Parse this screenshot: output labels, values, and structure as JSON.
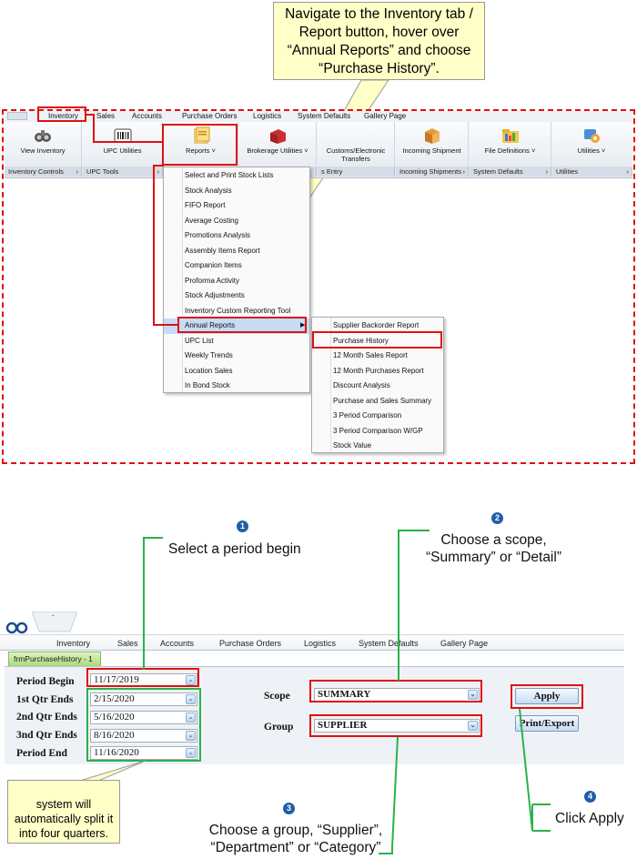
{
  "top_callout": {
    "line1": "Navigate to the Inventory tab /",
    "line2": "Report button, hover over",
    "line3": "“Annual Reports” and choose",
    "line4": "“Purchase History”."
  },
  "ribbon": {
    "tabs": [
      "Inventory",
      "Sales",
      "Accounts",
      "Purchase Orders",
      "Logistics",
      "System Defaults",
      "Gallery Page"
    ],
    "buttons": [
      {
        "label": "View Inventory",
        "icon": "binoculars-icon"
      },
      {
        "label": "UPC Utilities",
        "icon": "barcode-icon"
      },
      {
        "label": "Reports ˅",
        "icon": "reports-icon"
      },
      {
        "label": "Brokerage Utilities ˅",
        "icon": "crate-icon"
      },
      {
        "label": "Customs/Electronic",
        "label2": "Transfers",
        "icon": "customs-icon"
      },
      {
        "label": "Incoming Shipment",
        "icon": "box-icon"
      },
      {
        "label": "File Definitions ˅",
        "icon": "folder-icon"
      },
      {
        "label": "Utilities ˅",
        "icon": "utilities-icon"
      }
    ],
    "groups": [
      "Inventory Controls",
      "UPC Tools",
      "Incoming Shipments",
      "System Defaults",
      "Utilities"
    ],
    "hidden_group_fragment": "s Entry"
  },
  "reports_menu": [
    "Select and Print Stock Lists",
    "Stock Analysis",
    "FIFO Report",
    "Average Costing",
    "Promotions Analysis",
    "Assembly Items Report",
    "Companion Items",
    "Proforma Activity",
    "Stock Adjustments",
    "Inventory Custom Reporting Tool",
    "Annual Reports",
    "UPC List",
    "Weekly Trends",
    "Location Sales",
    "In Bond Stock"
  ],
  "annual_menu": [
    "Supplier Backorder Report",
    "Purchase History",
    "12 Month Sales Report",
    "12 Month Purchases Report",
    "Discount Analysis",
    "Purchase and Sales Summary",
    "3 Period Comparison",
    "3 Period Comparison W/GP",
    "Stock Value"
  ],
  "form": {
    "tabs": [
      "Inventory",
      "Sales",
      "Accounts",
      "Purchase Orders",
      "Logistics",
      "System Defaults",
      "Gallery Page"
    ],
    "doc_tab": "frmPurchaseHistory - 1",
    "labels": {
      "period_begin": "Period Begin",
      "q1": "1st Qtr Ends",
      "q2": "2nd Qtr Ends",
      "q3": "3nd Qtr Ends",
      "period_end": "Period End",
      "scope": "Scope",
      "group": "Group"
    },
    "values": {
      "period_begin": "11/17/2019",
      "q1": "2/15/2020",
      "q2": "5/16/2020",
      "q3": "8/16/2020",
      "period_end": "11/16/2020",
      "scope": "SUMMARY",
      "group": "SUPPLIER"
    },
    "buttons": {
      "apply": "Apply",
      "print": "Print/Export"
    }
  },
  "notes": {
    "n1": "Select a period begin",
    "n2a": "Choose a scope,",
    "n2b": "“Summary” or “Detail”",
    "n3a": "Choose a group, “Supplier”,",
    "n3b": "“Department” or “Category”",
    "n4": "Click Apply",
    "split_a": "system will",
    "split_b": "automatically split it",
    "split_c": "into four quarters."
  },
  "steps": [
    "1",
    "2",
    "3",
    "4"
  ],
  "colors": {
    "highlight_red": "#e01010",
    "highlight_green": "#29b24a",
    "step_blue": "#1f5fa8",
    "callout_yellow": "#ffffc8"
  }
}
